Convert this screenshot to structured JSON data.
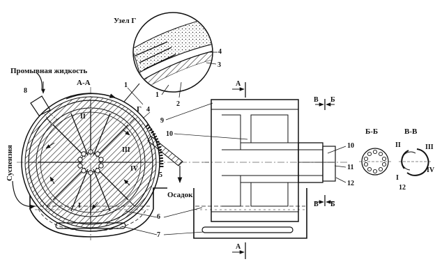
{
  "labels": {
    "detail": "Узел Г",
    "wash_liquid": "Промывная жидкость",
    "section_aa": "А-А",
    "suspension": "Суспензия",
    "sediment": "Осадок",
    "section_bb": "Б-Б",
    "section_vv": "В-В",
    "letter_g": "Г",
    "cut_a_top": "А",
    "cut_a_bottom": "А",
    "cut_v": "В",
    "cut_b_top": "Б",
    "cut_v2": "В",
    "cut_b2": "Б"
  },
  "numbers": {
    "n1": "1",
    "n2": "2",
    "n3": "3",
    "n4_detail": "4",
    "n4": "4",
    "n5": "5",
    "n6": "6",
    "n7": "7",
    "n8": "8",
    "n9": "9",
    "n10_main": "10",
    "n10_bb": "10",
    "n11": "11",
    "n12": "12",
    "n12_vv": "12"
  },
  "roman": {
    "r1": "I",
    "r2": "II",
    "r3": "III",
    "r4": "IV",
    "vv_r1": "I",
    "vv_r2": "II",
    "vv_r3": "III",
    "vv_r4": "IV"
  }
}
